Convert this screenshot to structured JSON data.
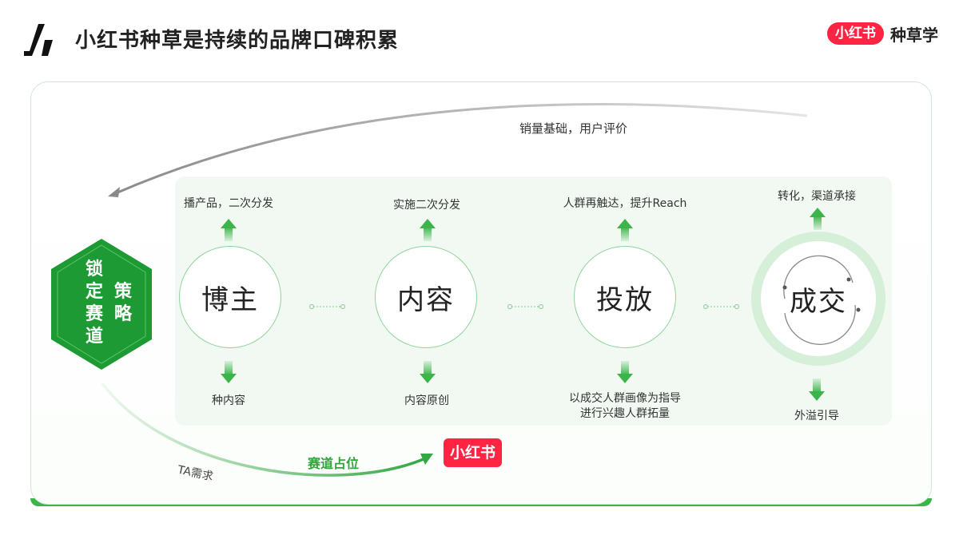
{
  "header": {
    "title": "小红书种草是持续的品牌口碑积累",
    "brand_badge": "小红书",
    "brand_text": "种草学"
  },
  "colors": {
    "accent_green": "#2fa53c",
    "hex_green": "#1e9a34",
    "brand_red": "#ff2442"
  },
  "hexagon": {
    "col1": [
      "锁",
      "定",
      "赛",
      "道"
    ],
    "col2": [
      "策",
      "略"
    ]
  },
  "loop": {
    "top_label": "销量基础，用户评价",
    "bottom_left_label": "TA需求",
    "bottom_mid_label": "赛道占位",
    "bottom_badge": "小红书"
  },
  "stages": [
    {
      "name": "博主",
      "up": "播产品，二次分发",
      "down": "种内容"
    },
    {
      "name": "内容",
      "up": "实施二次分发",
      "down": "内容原创"
    },
    {
      "name": "投放",
      "up": "人群再触达，提升Reach",
      "down_lines": [
        "以成交人群画像为指导",
        "进行兴趣人群拓量"
      ]
    },
    {
      "name": "成交",
      "up": "转化，渠道承接",
      "down": "外溢引导"
    }
  ]
}
